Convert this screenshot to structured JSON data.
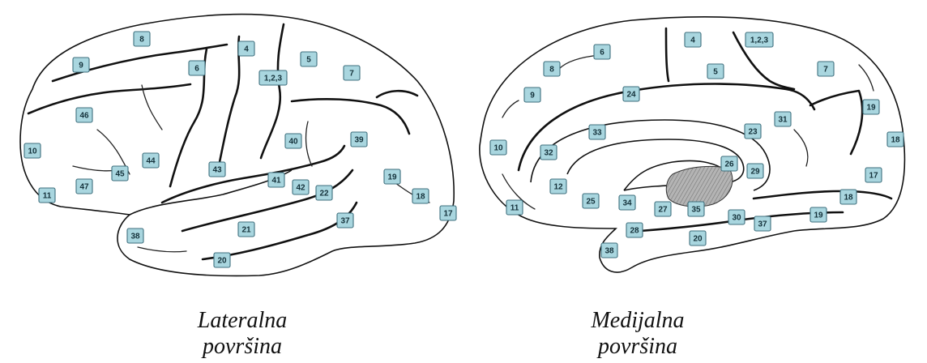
{
  "lateral": {
    "caption_line1": "Lateralna",
    "caption_line2": "površina",
    "labels": [
      {
        "text": "8"
      },
      {
        "text": "9"
      },
      {
        "text": "6"
      },
      {
        "text": "4"
      },
      {
        "text": "5"
      },
      {
        "text": "1,2,3"
      },
      {
        "text": "7"
      },
      {
        "text": "46"
      },
      {
        "text": "10"
      },
      {
        "text": "44"
      },
      {
        "text": "45"
      },
      {
        "text": "47"
      },
      {
        "text": "11"
      },
      {
        "text": "43"
      },
      {
        "text": "40"
      },
      {
        "text": "39"
      },
      {
        "text": "41"
      },
      {
        "text": "42"
      },
      {
        "text": "22"
      },
      {
        "text": "19"
      },
      {
        "text": "18"
      },
      {
        "text": "17"
      },
      {
        "text": "37"
      },
      {
        "text": "21"
      },
      {
        "text": "38"
      },
      {
        "text": "20"
      }
    ]
  },
  "medial": {
    "caption_line1": "Medijalna",
    "caption_line2": "površina",
    "labels": [
      {
        "text": "8"
      },
      {
        "text": "6"
      },
      {
        "text": "4"
      },
      {
        "text": "1,2,3"
      },
      {
        "text": "5"
      },
      {
        "text": "7"
      },
      {
        "text": "9"
      },
      {
        "text": "24"
      },
      {
        "text": "31"
      },
      {
        "text": "19"
      },
      {
        "text": "18"
      },
      {
        "text": "33"
      },
      {
        "text": "23"
      },
      {
        "text": "10"
      },
      {
        "text": "32"
      },
      {
        "text": "26"
      },
      {
        "text": "29"
      },
      {
        "text": "17"
      },
      {
        "text": "12"
      },
      {
        "text": "30"
      },
      {
        "text": "18"
      },
      {
        "text": "11"
      },
      {
        "text": "25"
      },
      {
        "text": "34"
      },
      {
        "text": "27"
      },
      {
        "text": "35"
      },
      {
        "text": "19"
      },
      {
        "text": "37"
      },
      {
        "text": "28"
      },
      {
        "text": "20"
      },
      {
        "text": "38"
      }
    ]
  },
  "colors": {
    "label_fill": "#a9d6df",
    "label_stroke": "#3e6f7d",
    "corpus_callosum_fill": "#9a9a9a"
  }
}
